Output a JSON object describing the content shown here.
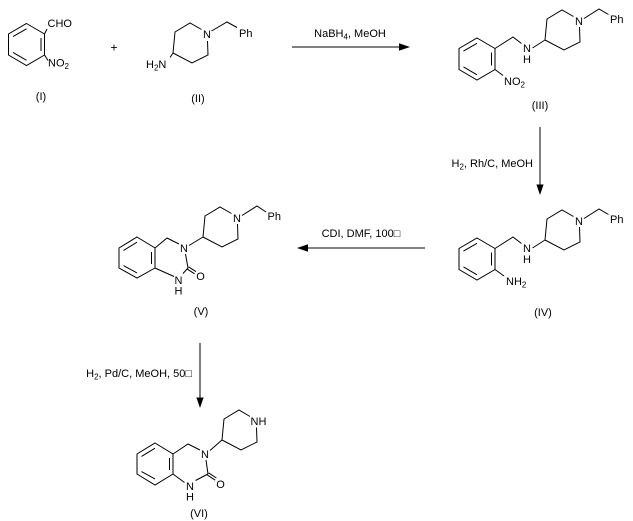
{
  "canvas": {
    "background": "#ffffff",
    "ink": "#000000"
  },
  "scheme": {
    "plus_sign": "+",
    "compounds": {
      "i": {
        "label": "(I)",
        "aldehyde": "CHO",
        "nitro_main": "NO",
        "nitro_sub": "2"
      },
      "ii": {
        "label": "(II)",
        "amine_h": "H",
        "amine_sub": "2",
        "amine_n": "N",
        "ring_nitrogen": "N",
        "phenyl": "Ph"
      },
      "iii": {
        "label": "(III)",
        "amine_n": "N",
        "amine_h": "H",
        "ring_nitrogen": "N",
        "phenyl": "Ph",
        "nitro_main": "NO",
        "nitro_sub": "2"
      },
      "iv": {
        "label": "(IV)",
        "amine_n": "N",
        "amine_h": "H",
        "ring_nitrogen": "N",
        "phenyl": "Ph",
        "aniline_main": "NH",
        "aniline_sub": "2"
      },
      "v": {
        "label": "(V)",
        "n3": "N",
        "n1": "N",
        "n1_h": "H",
        "carbonyl_o": "O",
        "ring_nitrogen": "N",
        "phenyl": "Ph"
      },
      "vi": {
        "label": "(VI)",
        "n3": "N",
        "n1": "N",
        "n1_h": "H",
        "carbonyl_o": "O",
        "ring_nh": "NH"
      }
    },
    "steps": {
      "step1": {
        "pre": "NaBH",
        "sub": "4",
        "post": ", MeOH"
      },
      "step2": {
        "pre": "H",
        "sub": "2",
        "post": ", Rh/C, MeOH"
      },
      "step3": {
        "label": "CDI, DMF, 100□"
      },
      "step4": {
        "pre": "H",
        "sub": "2",
        "post": ", Pd/C, MeOH, 50□"
      }
    }
  }
}
